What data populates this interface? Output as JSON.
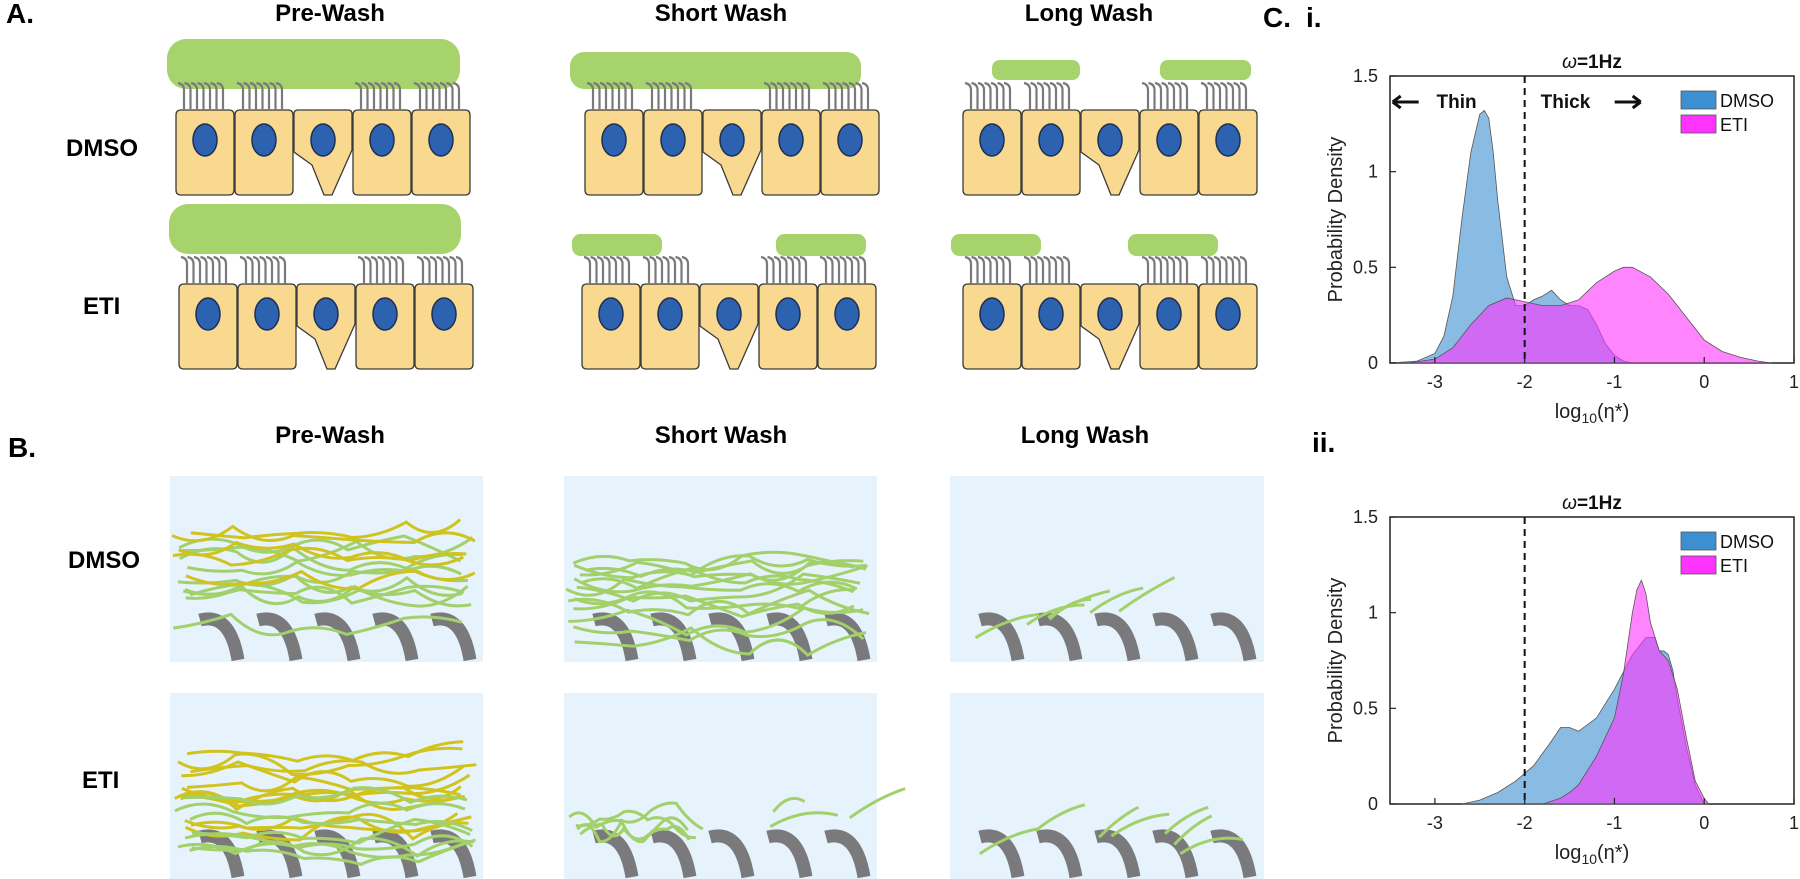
{
  "panels": {
    "a": {
      "letter": "A.",
      "columns": [
        "Pre-Wash",
        "Short Wash",
        "Long Wash"
      ],
      "rows": [
        "DMSO",
        "ETI"
      ]
    },
    "b": {
      "letter": "B.",
      "columns": [
        "Pre-Wash",
        "Short Wash",
        "Long Wash"
      ],
      "rows": [
        "DMSO",
        "ETI"
      ]
    },
    "c": {
      "letter": "C.",
      "sub_i": "i.",
      "sub_ii": "ii."
    }
  },
  "colors": {
    "mucus": "#a6d36b",
    "cell_fill": "#f9d98f",
    "nucleus": "#2d62b1",
    "cilia": "#7a7a7a",
    "panel_bg": "#e6f3fc",
    "fiber_green": "#a2d06a",
    "fiber_yellow": "#d1c31d",
    "dmso": "#3c8fd0",
    "eti": "#ff33ff"
  },
  "chart_data": [
    {
      "type": "area",
      "title_prefix": "ω",
      "title_rest": "=1Hz",
      "xlabel": "log10(η*)",
      "ylabel": "Probability Density",
      "xlim": [
        -3.5,
        1
      ],
      "ylim": [
        0,
        1.5
      ],
      "xticks": [
        "-3",
        "-2",
        "-1",
        "0",
        "1"
      ],
      "yticks": [
        "0",
        "0.5",
        "1",
        "1.5"
      ],
      "vline_x": -2,
      "annotations": {
        "left": "Thin",
        "right": "Thick"
      },
      "legend_placement": "top-right",
      "series": [
        {
          "name": "DMSO",
          "x": [
            -3.5,
            -3.2,
            -3.0,
            -2.9,
            -2.8,
            -2.7,
            -2.6,
            -2.5,
            -2.45,
            -2.4,
            -2.35,
            -2.3,
            -2.2,
            -2.1,
            -2.0,
            -1.9,
            -1.8,
            -1.7,
            -1.6,
            -1.5,
            -1.4,
            -1.3,
            -1.2,
            -1.1,
            -1.0,
            -0.9,
            -0.8
          ],
          "y": [
            0,
            0.01,
            0.05,
            0.14,
            0.35,
            0.75,
            1.1,
            1.3,
            1.32,
            1.28,
            1.1,
            0.85,
            0.45,
            0.3,
            0.3,
            0.33,
            0.35,
            0.38,
            0.33,
            0.3,
            0.3,
            0.28,
            0.2,
            0.1,
            0.04,
            0.01,
            0
          ]
        },
        {
          "name": "ETI",
          "x": [
            -3.3,
            -3.0,
            -2.8,
            -2.6,
            -2.4,
            -2.2,
            -2.0,
            -1.8,
            -1.6,
            -1.4,
            -1.2,
            -1.0,
            -0.9,
            -0.8,
            -0.6,
            -0.4,
            -0.2,
            0.0,
            0.2,
            0.4,
            0.6,
            0.75
          ],
          "y": [
            0,
            0.02,
            0.08,
            0.2,
            0.3,
            0.34,
            0.32,
            0.3,
            0.3,
            0.33,
            0.42,
            0.48,
            0.5,
            0.5,
            0.45,
            0.36,
            0.24,
            0.12,
            0.06,
            0.03,
            0.01,
            0
          ]
        }
      ]
    },
    {
      "type": "area",
      "title_prefix": "ω",
      "title_rest": "=1Hz",
      "xlabel": "log10(η*)",
      "ylabel": "Probability Density",
      "xlim": [
        -3.5,
        1
      ],
      "ylim": [
        0,
        1.5
      ],
      "xticks": [
        "-3",
        "-2",
        "-1",
        "0",
        "1"
      ],
      "yticks": [
        "0",
        "0.5",
        "1",
        "1.5"
      ],
      "vline_x": -2,
      "legend_placement": "top-right",
      "series": [
        {
          "name": "DMSO",
          "x": [
            -2.7,
            -2.5,
            -2.3,
            -2.1,
            -1.9,
            -1.7,
            -1.6,
            -1.5,
            -1.4,
            -1.2,
            -1.0,
            -0.8,
            -0.65,
            -0.55,
            -0.5,
            -0.45,
            -0.4,
            -0.35,
            -0.3,
            -0.2,
            -0.1,
            0.0
          ],
          "y": [
            0,
            0.02,
            0.06,
            0.12,
            0.2,
            0.33,
            0.4,
            0.4,
            0.38,
            0.45,
            0.6,
            0.78,
            0.87,
            0.87,
            0.8,
            0.8,
            0.78,
            0.7,
            0.55,
            0.3,
            0.1,
            0
          ]
        },
        {
          "name": "ETI",
          "x": [
            -1.8,
            -1.6,
            -1.5,
            -1.4,
            -1.2,
            -1.0,
            -0.9,
            -0.8,
            -0.75,
            -0.7,
            -0.65,
            -0.6,
            -0.5,
            -0.4,
            -0.3,
            -0.2,
            -0.1,
            0.0,
            0.05
          ],
          "y": [
            0,
            0.03,
            0.06,
            0.1,
            0.25,
            0.45,
            0.68,
            1.0,
            1.12,
            1.17,
            1.1,
            0.95,
            0.8,
            0.75,
            0.6,
            0.35,
            0.12,
            0.03,
            0
          ]
        }
      ]
    }
  ]
}
